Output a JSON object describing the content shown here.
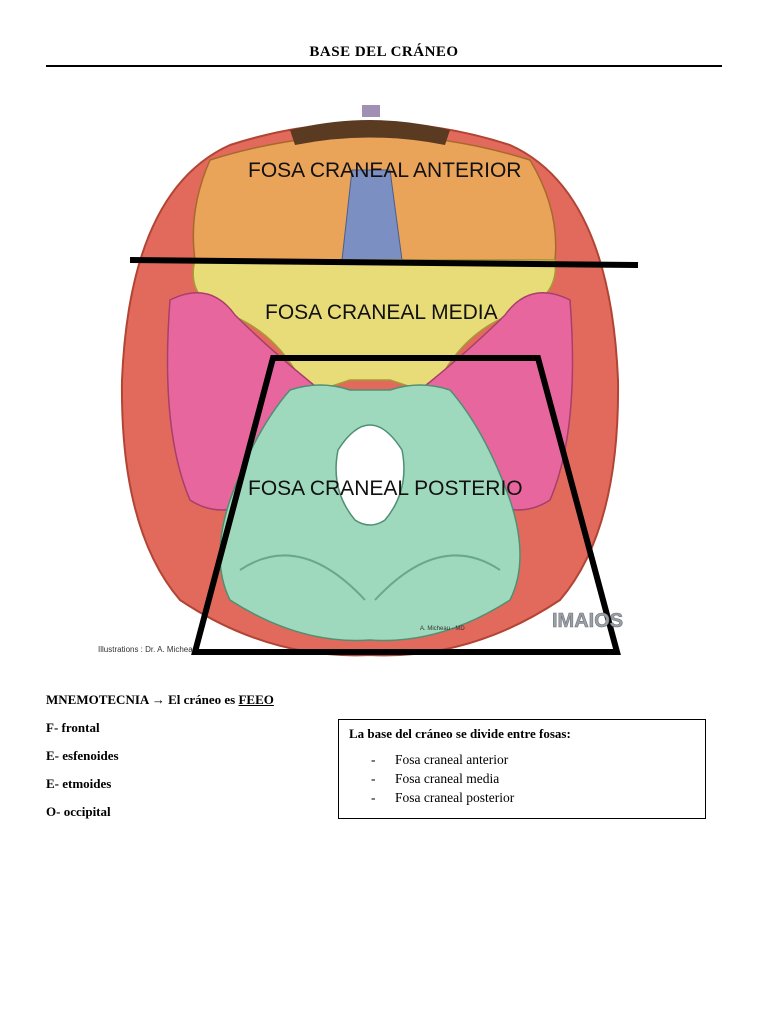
{
  "document": {
    "title": "BASE DEL CRÁNEO"
  },
  "figure": {
    "labels": {
      "anterior": "FOSA CRANEAL ANTERIOR",
      "media": "FOSA CRANEAL MEDIA",
      "posterior": "FOSA CRANEAL POSTERIO"
    },
    "credit": "Illustrations : Dr. A. Michea",
    "signature": "A. Micheau - MD",
    "watermark": "IMAIOS",
    "colors": {
      "frontal": "#e9a45a",
      "ethmoid": "#7c8fc2",
      "sphenoid": "#e8dc78",
      "temporal": "#e8669e",
      "occipital": "#9fd9bd",
      "parietal": "#e26a5c"
    }
  },
  "mnemonic": {
    "prefix": "MNEMOTECNIA",
    "arrow": "→",
    "phrase": "El cráneo es",
    "keyword": "FEEO",
    "items": [
      "F- frontal",
      "E- esfenoides",
      "E- etmoides",
      "O- occipital"
    ]
  },
  "summary_box": {
    "title": "La base del cráneo se divide entre fosas:",
    "bullet": "-",
    "items": [
      "Fosa craneal anterior",
      "Fosa craneal media",
      "Fosa craneal posterior"
    ]
  }
}
